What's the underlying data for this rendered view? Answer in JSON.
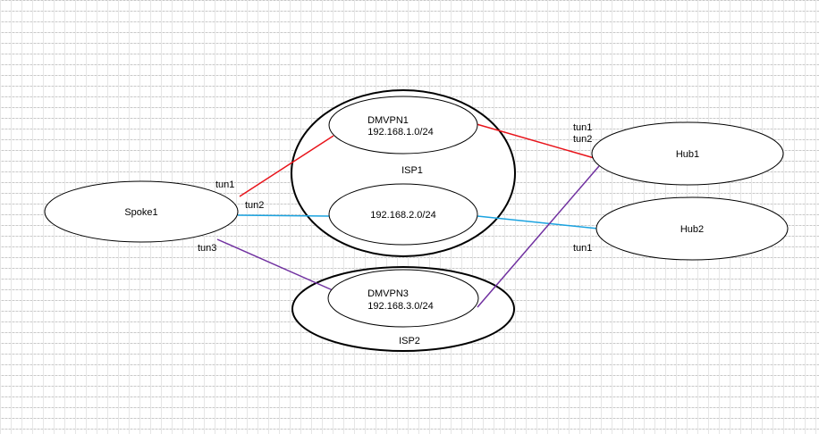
{
  "nodes": {
    "spoke1": "Spoke1",
    "hub1": "Hub1",
    "hub2": "Hub2",
    "dmvpn1_title": "DMVPN1",
    "dmvpn1_subnet": "192.168.1.0/24",
    "net2_subnet": "192.168.2.0/24",
    "dmvpn3_title": "DMVPN3",
    "dmvpn3_subnet": "192.168.3.0/24",
    "isp1": "ISP1",
    "isp2": "ISP2"
  },
  "interfaces": {
    "spoke_tun1": "tun1",
    "spoke_tun2": "tun2",
    "spoke_tun3": "tun3",
    "hub1_tun1": "tun1",
    "hub1_tun2": "tun2",
    "hub2_tun1": "tun1"
  },
  "colors": {
    "tun1_link": "#e8141b",
    "tun2_link": "#1aa3e0",
    "tun3_link": "#7030a0",
    "outline": "#000000"
  }
}
